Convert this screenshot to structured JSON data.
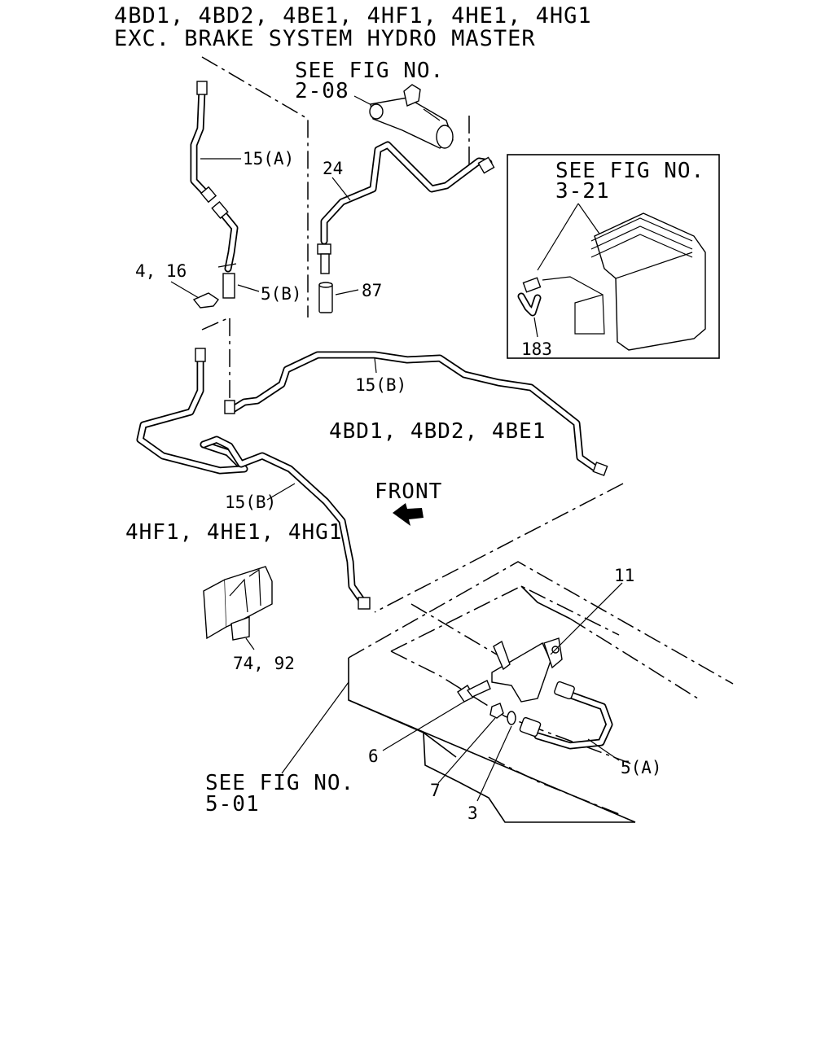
{
  "header": {
    "line1": "4BD1, 4BD2, 4BE1, 4HF1, 4HE1, 4HG1",
    "line2": "EXC. BRAKE SYSTEM HYDRO MASTER"
  },
  "refs": {
    "fig_2_08_line1": "SEE FIG NO.",
    "fig_2_08_line2": "2-08",
    "fig_3_21_line1": "SEE FIG NO.",
    "fig_3_21_line2": "3-21",
    "fig_5_01_line1": "SEE FIG NO.",
    "fig_5_01_line2": "5-01"
  },
  "variants": {
    "lower_engines": "4BD1, 4BD2, 4BE1",
    "upper_engines": "4HF1, 4HE1, 4HG1"
  },
  "direction": {
    "front": "FRONT"
  },
  "callouts": {
    "p15a": "15(A)",
    "p24": "24",
    "p4_16": "4, 16",
    "p5b": "5(B)",
    "p87": "87",
    "p183": "183",
    "p15b_top": "15(B)",
    "p15b_bottom": "15(B)",
    "p11": "11",
    "p74_92": "74, 92",
    "p6": "6",
    "p7": "7",
    "p3": "3",
    "p5a": "5(A)"
  }
}
